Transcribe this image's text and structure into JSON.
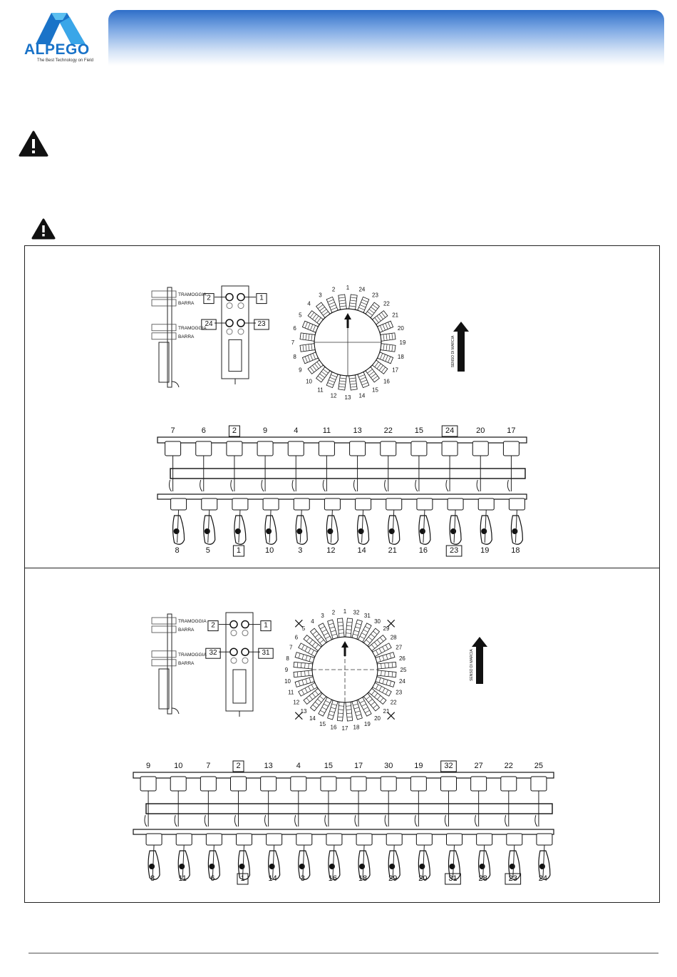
{
  "brand": {
    "name": "ALPEGO",
    "tagline": "The Best Technology on Field",
    "color_primary": "#1a73c8",
    "color_accent": "#3aa6e8"
  },
  "warning_icons": [
    "warning-icon",
    "warning-icon"
  ],
  "panel_top": {
    "side_labels": [
      "TRAMOGGIA",
      "BARRA",
      "TRAMOGGIA",
      "BARRA"
    ],
    "box_labels": {
      "top_left": "2",
      "top_right": "1",
      "bottom_left": "24",
      "bottom_right": "23"
    },
    "direction_label": "SENSO DI MARCIA",
    "distributor_numbers": [
      "1",
      "24",
      "23",
      "22",
      "21",
      "20",
      "19",
      "18",
      "17",
      "16",
      "15",
      "14",
      "13",
      "12",
      "11",
      "10",
      "9",
      "8",
      "7",
      "6",
      "5",
      "4",
      "3",
      "2"
    ],
    "front_row": [
      "7",
      "6",
      "2",
      "9",
      "4",
      "11",
      "13",
      "22",
      "15",
      "24",
      "20",
      "17"
    ],
    "rear_row": [
      "8",
      "5",
      "1",
      "10",
      "3",
      "12",
      "14",
      "21",
      "16",
      "23",
      "19",
      "18"
    ],
    "boxed": [
      "2",
      "24",
      "1",
      "23"
    ]
  },
  "panel_bottom": {
    "side_labels": [
      "TRAMOGGIA",
      "BARRA",
      "TRAMOGGIA",
      "BARRA"
    ],
    "box_labels": {
      "top_left": "2",
      "top_right": "1",
      "bottom_left": "32",
      "bottom_right": "31"
    },
    "direction_label": "SENSO DI MARCIA",
    "distributor_numbers": [
      "1",
      "32",
      "31",
      "30",
      "29",
      "28",
      "27",
      "26",
      "25",
      "24",
      "23",
      "22",
      "21",
      "20",
      "19",
      "18",
      "17",
      "16",
      "15",
      "14",
      "13",
      "12",
      "11",
      "10",
      "9",
      "8",
      "7",
      "6",
      "5",
      "4",
      "3",
      "2"
    ],
    "front_row": [
      "9",
      "10",
      "7",
      "2",
      "13",
      "4",
      "15",
      "17",
      "30",
      "19",
      "32",
      "27",
      "22",
      "25"
    ],
    "rear_row": [
      "8",
      "11",
      "6",
      "1",
      "14",
      "3",
      "16",
      "18",
      "29",
      "20",
      "31",
      "28",
      "23",
      "24"
    ],
    "boxed": [
      "2",
      "32",
      "1",
      "31"
    ]
  }
}
